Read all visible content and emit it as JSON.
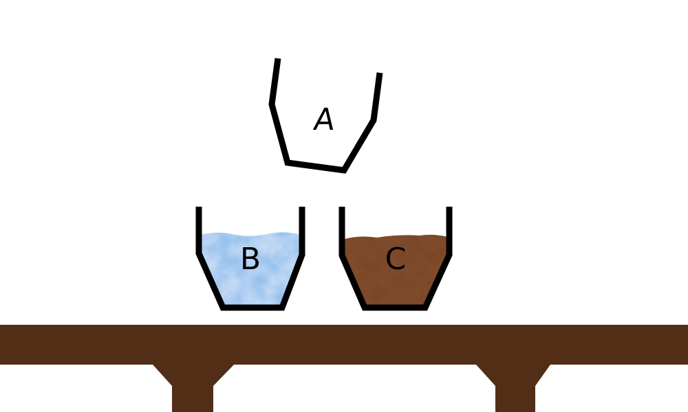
{
  "cups": {
    "a": {
      "label": "A",
      "contents": "empty"
    },
    "b": {
      "label": "B",
      "contents": "water",
      "fill_color": "#7fb7ec"
    },
    "c": {
      "label": "C",
      "contents": "soil",
      "fill_color": "#7a4528"
    }
  },
  "table": {
    "color": "#522e17"
  },
  "outline_color": "#000000"
}
